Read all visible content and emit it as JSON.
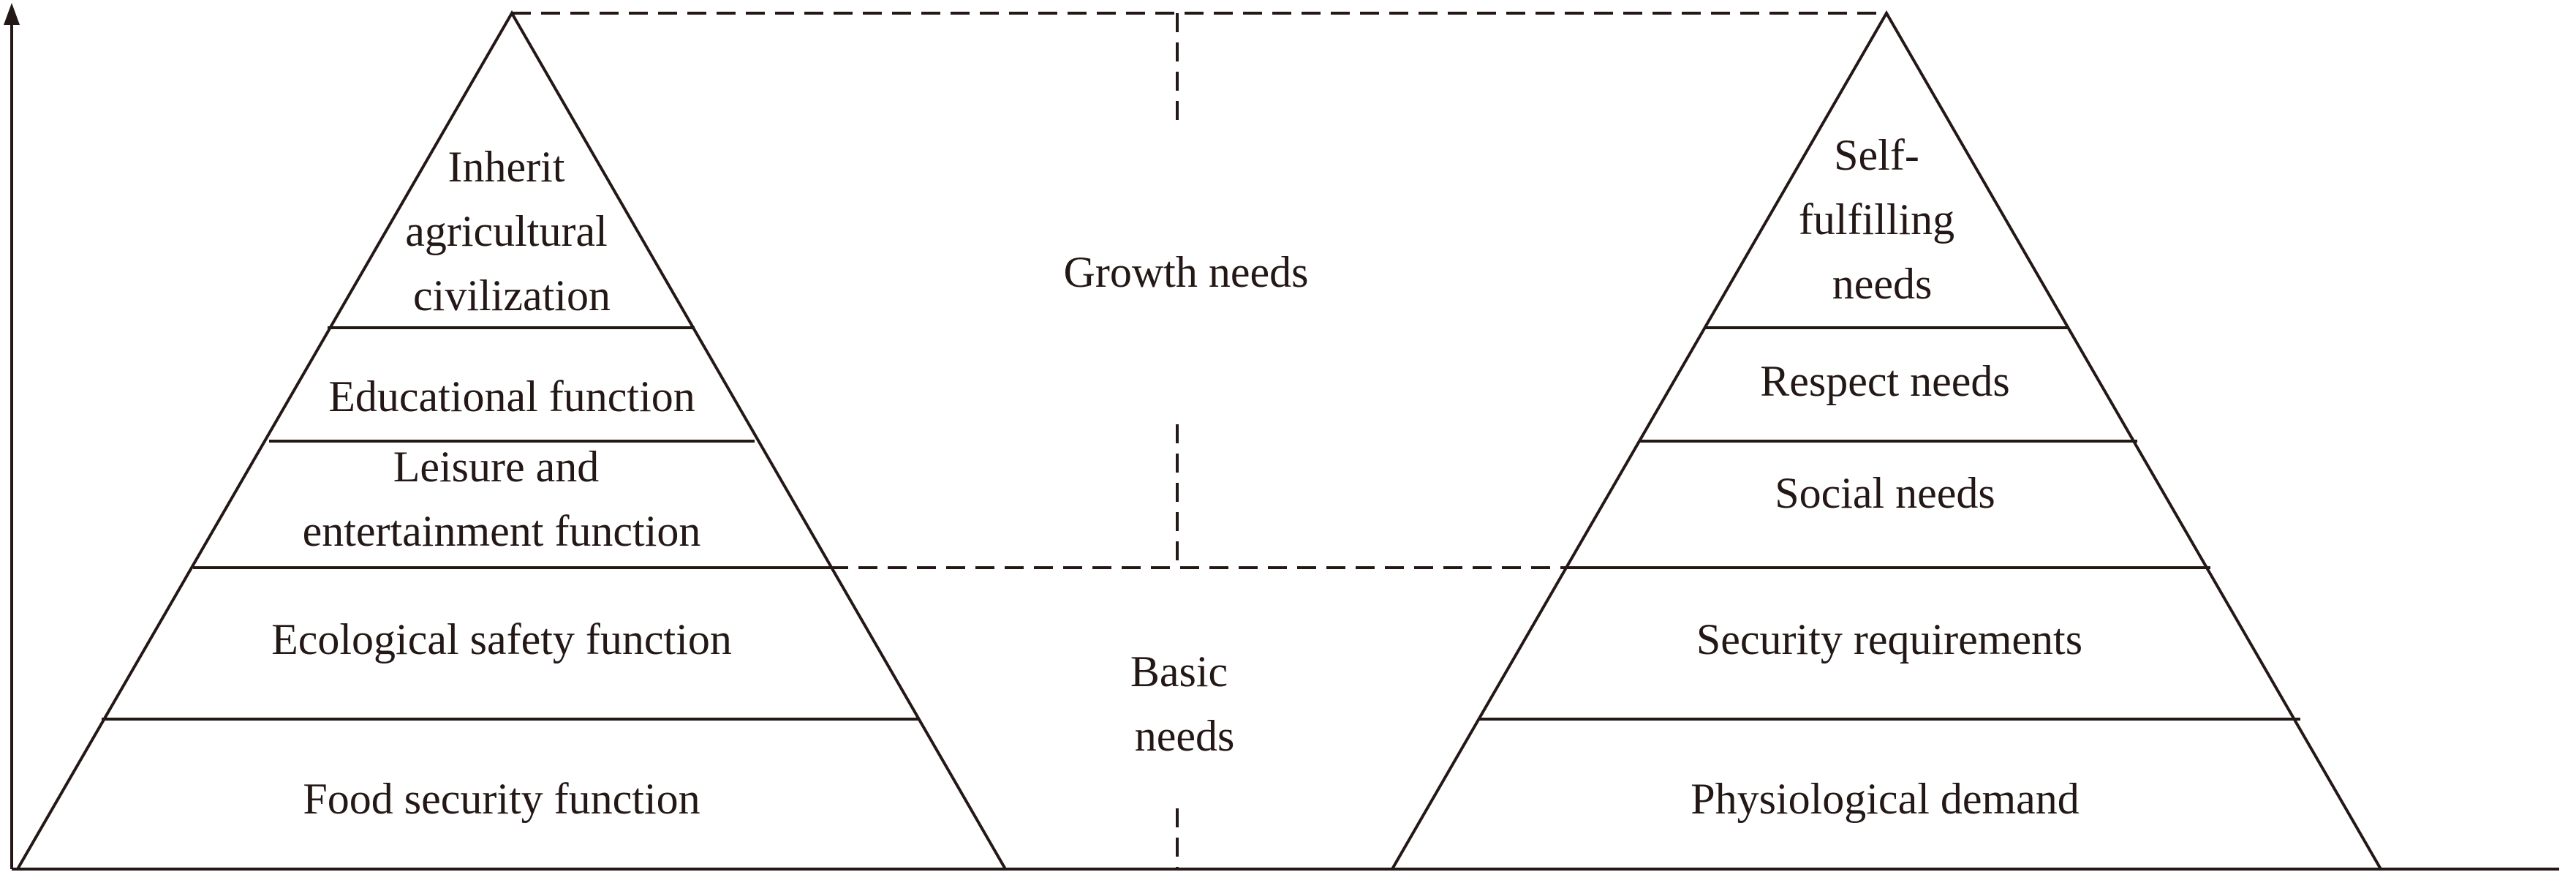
{
  "left_pyramid": {
    "levels": [
      {
        "lines": [
          "Inherit",
          "agricultural",
          "civilization"
        ]
      },
      {
        "lines": [
          "Educational function"
        ]
      },
      {
        "lines": [
          "Leisure and",
          "entertainment function"
        ]
      },
      {
        "lines": [
          "Ecological safety function"
        ]
      },
      {
        "lines": [
          "Food security function"
        ]
      }
    ]
  },
  "right_pyramid": {
    "levels": [
      {
        "lines": [
          "Self-",
          "fulfilling",
          "needs"
        ]
      },
      {
        "lines": [
          "Respect needs"
        ]
      },
      {
        "lines": [
          "Social needs"
        ]
      },
      {
        "lines": [
          "Security requirements"
        ]
      },
      {
        "lines": [
          "Physiological demand"
        ]
      }
    ]
  },
  "middle": {
    "growth": {
      "lines": [
        "Growth needs"
      ]
    },
    "basic": {
      "lines": [
        "Basic",
        "needs"
      ]
    }
  },
  "colors": {
    "ink": "#231815",
    "background": "#ffffff"
  }
}
